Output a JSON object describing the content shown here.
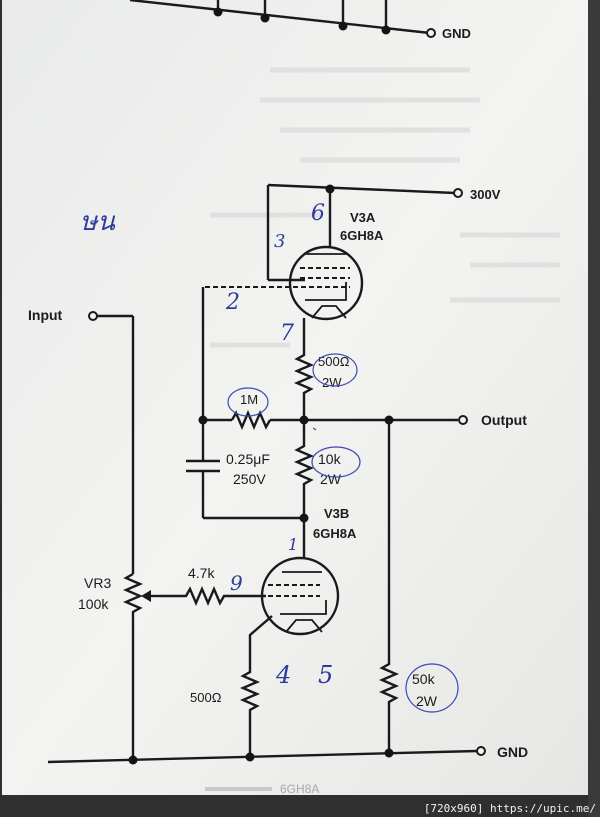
{
  "labels": {
    "gnd_top": "GND",
    "v300": "300V",
    "v3a_name": "V3A",
    "v3a_type": "6GH8A",
    "input": "Input",
    "r500_top_val": "500Ω",
    "r500_top_pwr": "2W",
    "r1m": "1M",
    "output": "Output",
    "cap_val": "0.25μF",
    "cap_volt": "250V",
    "r10k_val": "10k",
    "r10k_pwr": "2W",
    "v3b_name": "V3B",
    "v3b_type": "6GH8A",
    "vr3_name": "VR3",
    "vr3_val": "100k",
    "r47k": "4.7k",
    "r500_bot": "500Ω",
    "r50k_val": "50k",
    "r50k_pwr": "2W",
    "gnd_bottom": "GND",
    "bottom_caption": "6GH8A"
  },
  "handwriting": {
    "corner": "ษน",
    "pin6": "6",
    "pin3": "3",
    "pin2": "2",
    "pin7": "7",
    "pin1": "1",
    "pin9": "9",
    "pin4": "4",
    "pin5": "5"
  },
  "footer": {
    "caption": "[720x960] https://upic.me/"
  },
  "colors": {
    "paper": "#f1f1ef",
    "ink": "#1a1a1a",
    "pen": "#2b3c9a",
    "border": "#2f2f2f"
  }
}
